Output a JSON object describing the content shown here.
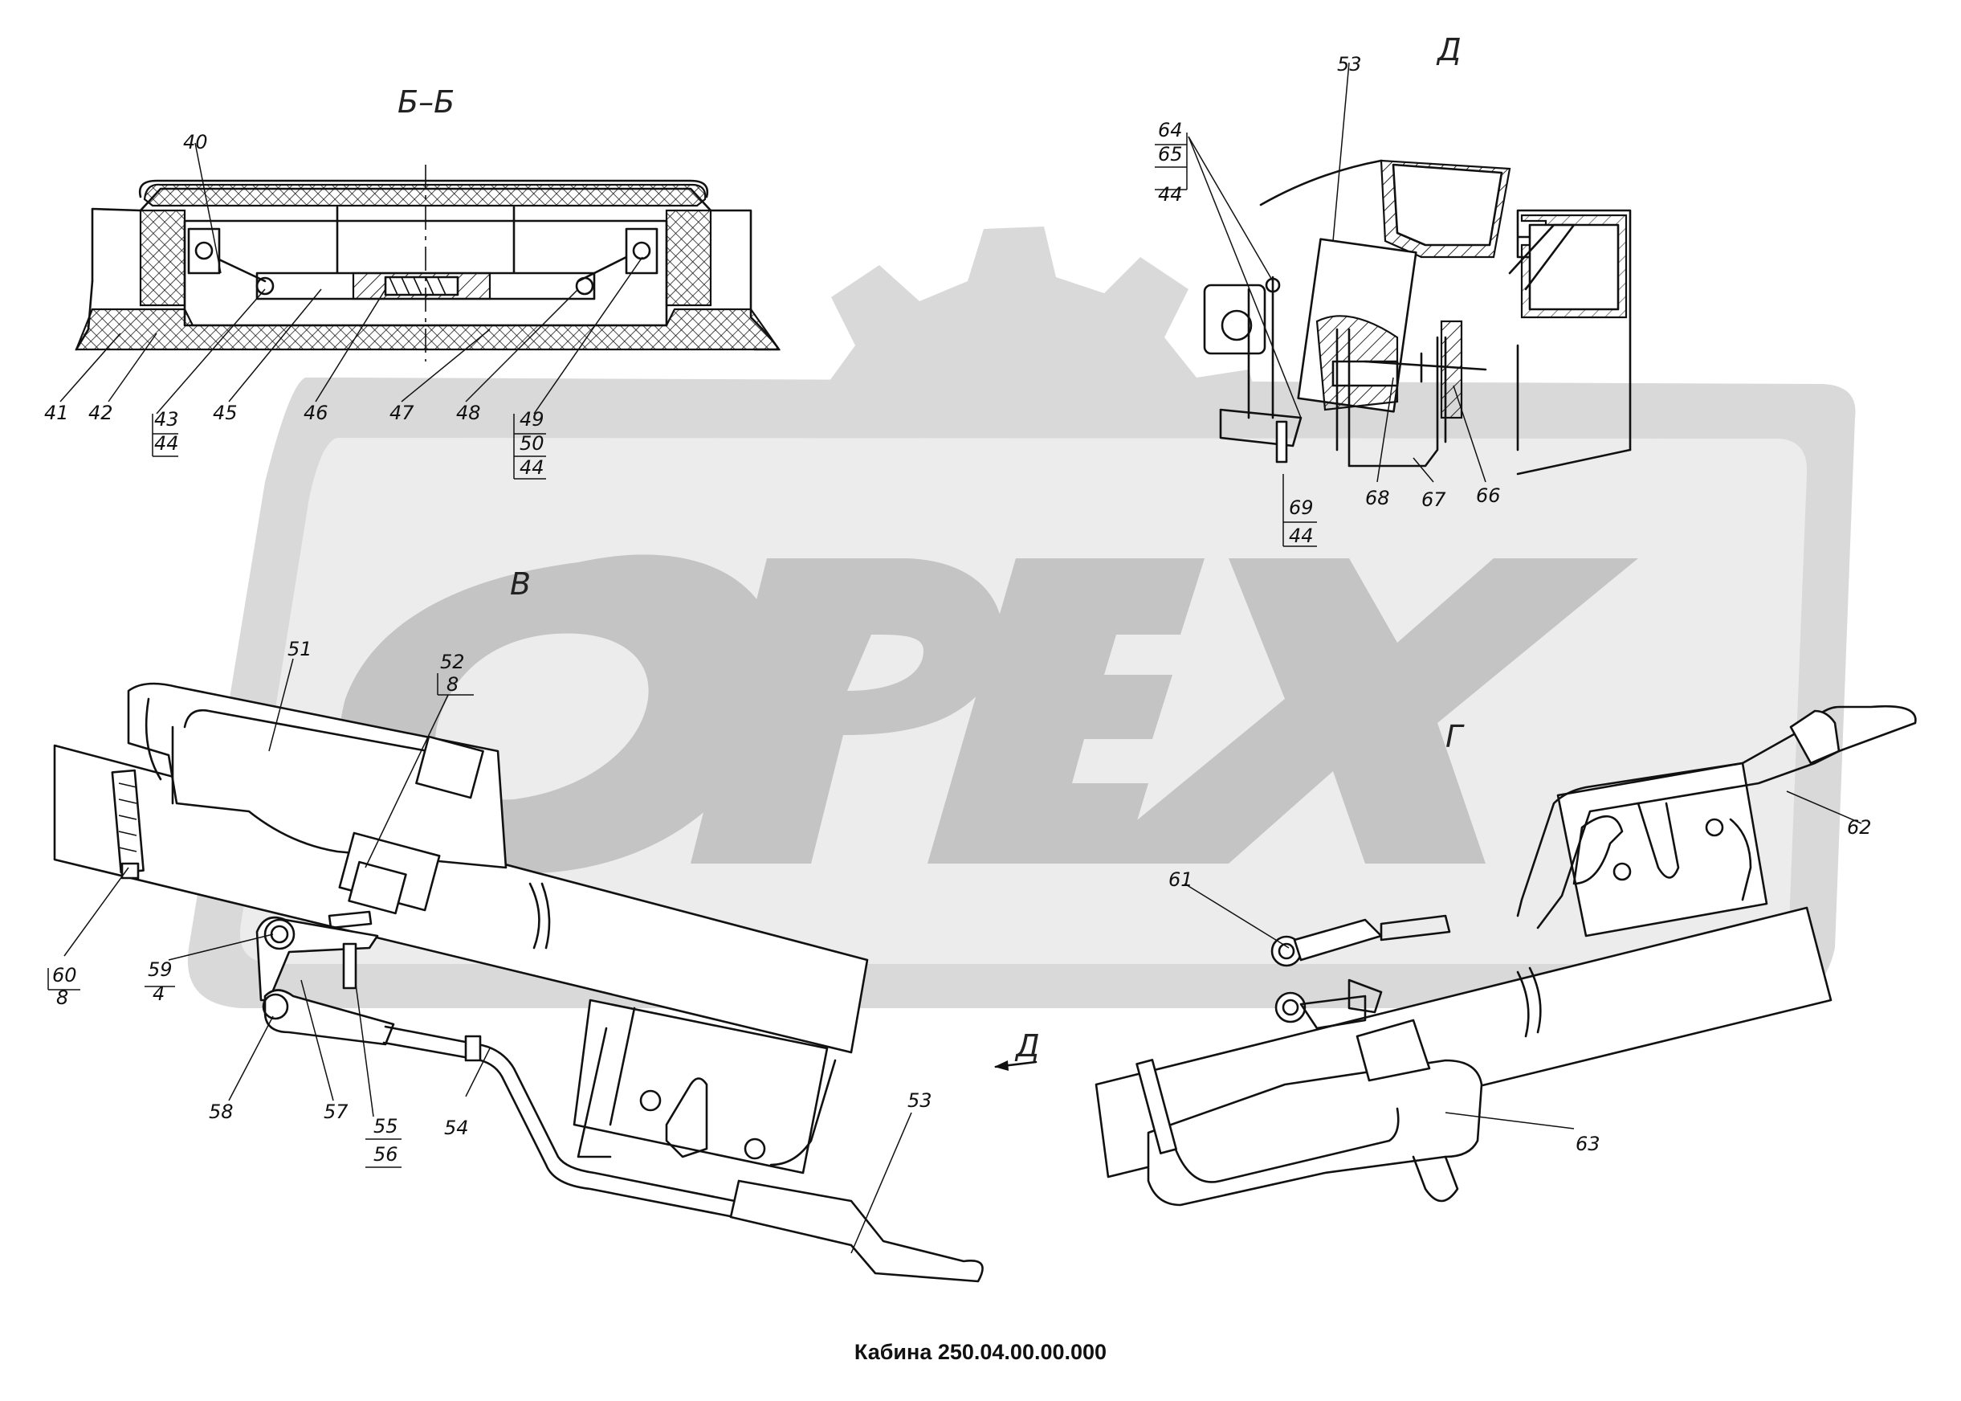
{
  "title": "Кабина 250.04.00.00.000",
  "views": {
    "section_bb": "Б–Б",
    "view_d": "Д",
    "view_v": "В",
    "view_g": "Г",
    "arrow_d": "Д"
  },
  "watermark": {
    "text": "OPEX",
    "color": "#d9d9d9"
  },
  "callouts": {
    "c40": "40",
    "c41": "41",
    "c42": "42",
    "c43": "43",
    "c44a": "44",
    "c45": "45",
    "c46": "46",
    "c47": "47",
    "c48": "48",
    "c49": "49",
    "c50": "50",
    "c44b": "44",
    "c53a": "53",
    "c64": "64",
    "c65": "65",
    "c44c": "44",
    "c69": "69",
    "c44d": "44",
    "c68": "68",
    "c67": "67",
    "c66": "66",
    "c51": "51",
    "c52": "52",
    "c8a": "8",
    "c60": "60",
    "c8b": "8",
    "c59": "59",
    "c4": "4",
    "c58": "58",
    "c57": "57",
    "c55": "55",
    "c56": "56",
    "c54": "54",
    "c53b": "53",
    "c61": "61",
    "c62": "62",
    "c63": "63"
  }
}
